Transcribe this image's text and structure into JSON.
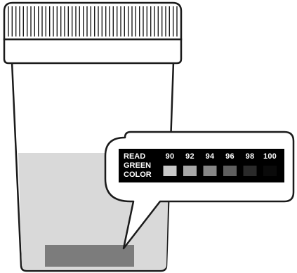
{
  "strip": {
    "label_lines": [
      "READ",
      "GREEN",
      "COLOR"
    ],
    "readings": [
      {
        "value": "90",
        "swatch_color": "#c8c8c8"
      },
      {
        "value": "92",
        "swatch_color": "#a7a7a7"
      },
      {
        "value": "94",
        "swatch_color": "#868686"
      },
      {
        "value": "96",
        "swatch_color": "#5f5f5f"
      },
      {
        "value": "98",
        "swatch_color": "#2a2a2a"
      },
      {
        "value": "100",
        "swatch_color": "#0a0a0a"
      }
    ]
  },
  "colors": {
    "outline": "#1a1a1a",
    "liquid": "#d9d9d9",
    "sample_strip": "#7c7c7c",
    "strip_background": "#000000",
    "callout_fill": "#ffffff"
  }
}
